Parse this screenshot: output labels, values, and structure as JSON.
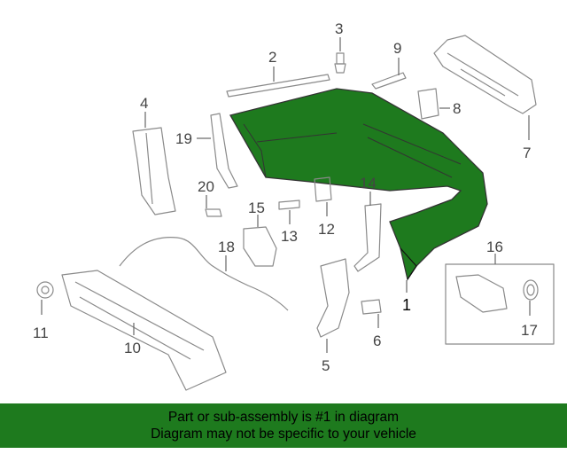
{
  "banner": {
    "line1": "Part or sub-assembly is #1 in diagram",
    "line2": "Diagram may not be specific to your vehicle"
  },
  "callouts": {
    "c1": "1",
    "c2": "2",
    "c3": "3",
    "c4": "4",
    "c5": "5",
    "c6": "6",
    "c7": "7",
    "c8": "8",
    "c9": "9",
    "c10": "10",
    "c11": "11",
    "c12": "12",
    "c13": "13",
    "c14": "14",
    "c15": "15",
    "c16": "16",
    "c17": "17",
    "c18": "18",
    "c19": "19",
    "c20": "20"
  },
  "colors": {
    "highlight_fill": "#1e7a1e",
    "part_stroke": "#8a8a8a",
    "banner_bg": "#1e7a1e"
  }
}
